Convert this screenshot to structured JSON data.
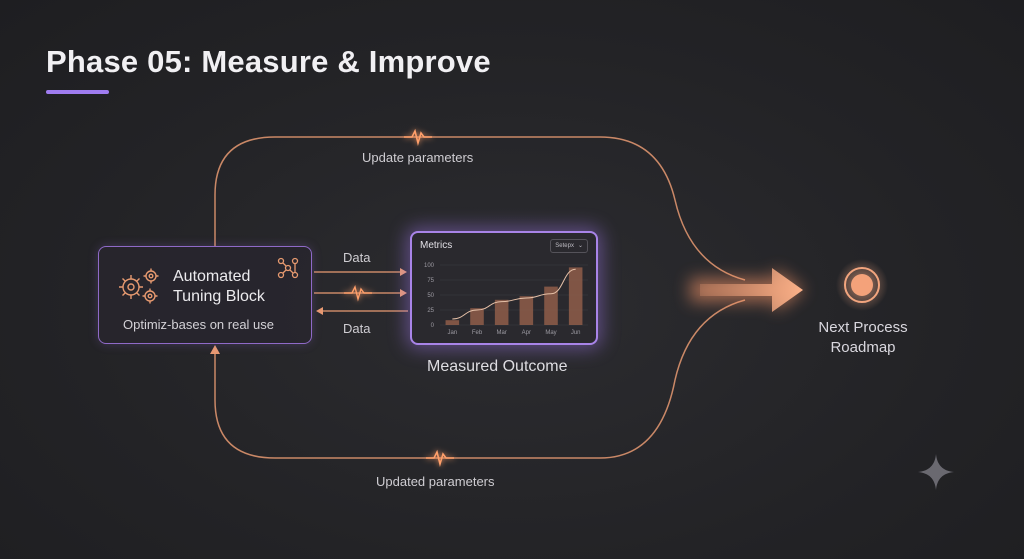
{
  "page": {
    "title": "Phase 05: Measure & Improve"
  },
  "tuning_block": {
    "title": "Automated Tuning Block",
    "subtitle": "Optimiz-bases on real use",
    "icons": [
      "gears-icon",
      "node-graph-icon"
    ]
  },
  "arrows": {
    "top_label": "Update parameters",
    "bottom_label": "Updated parameters",
    "data_out_label": "Data",
    "data_in_label": "Data"
  },
  "metrics_card": {
    "title": "Metrics",
    "select_value": "Setepx",
    "caption": "Measured Outcome"
  },
  "chart_data": {
    "type": "bar",
    "title": "Metrics",
    "categories": [
      "Jan",
      "Feb",
      "Mar",
      "Apr",
      "May",
      "Jun"
    ],
    "values": [
      8,
      28,
      42,
      48,
      64,
      96
    ],
    "line": [
      10,
      25,
      39,
      45,
      52,
      93
    ],
    "yticks": [
      0,
      25,
      50,
      75,
      100
    ],
    "ylim": [
      0,
      100
    ],
    "grid": true
  },
  "next_step": {
    "label_line1": "Next Process",
    "label_line2": "Roadmap"
  },
  "colors": {
    "accent_orange": "#f0a078",
    "accent_purple": "#a884e8",
    "background": "#232326"
  }
}
